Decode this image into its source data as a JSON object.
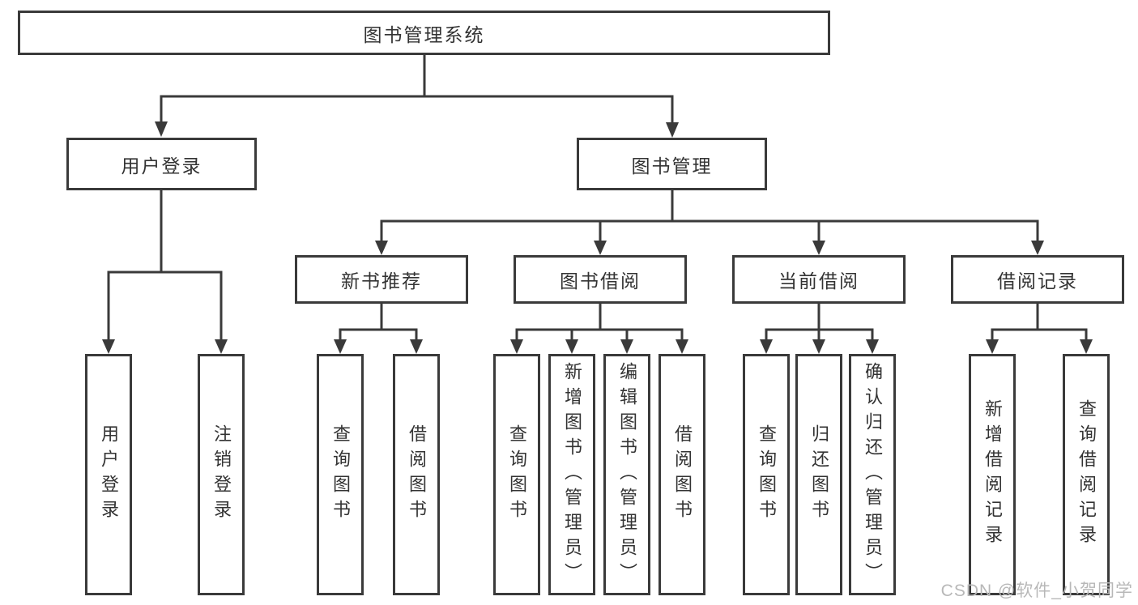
{
  "tree": {
    "label": "图书管理系统",
    "children": [
      {
        "label": "用户登录",
        "children": [
          {
            "label": "用户登录"
          },
          {
            "label": "注销登录"
          }
        ]
      },
      {
        "label": "图书管理",
        "children": [
          {
            "label": "新书推荐",
            "children": [
              {
                "label": "查询图书"
              },
              {
                "label": "借阅图书"
              }
            ]
          },
          {
            "label": "图书借阅",
            "children": [
              {
                "label": "查询图书"
              },
              {
                "label": "新增图书（管理员）"
              },
              {
                "label": "编辑图书（管理员）"
              },
              {
                "label": "借阅图书"
              }
            ]
          },
          {
            "label": "当前借阅",
            "children": [
              {
                "label": "查询图书"
              },
              {
                "label": "归还图书"
              },
              {
                "label": "确认归还（管理员）"
              }
            ]
          },
          {
            "label": "借阅记录",
            "children": [
              {
                "label": "新增借阅记录"
              },
              {
                "label": "查询借阅记录"
              }
            ]
          }
        ]
      }
    ]
  },
  "watermark": {
    "text": "CSDN @软件_小贺同学"
  },
  "colors": {
    "line": "#3a3a3a",
    "text": "#333333",
    "watermark": "#b8b8b8",
    "bg": "#ffffff"
  }
}
